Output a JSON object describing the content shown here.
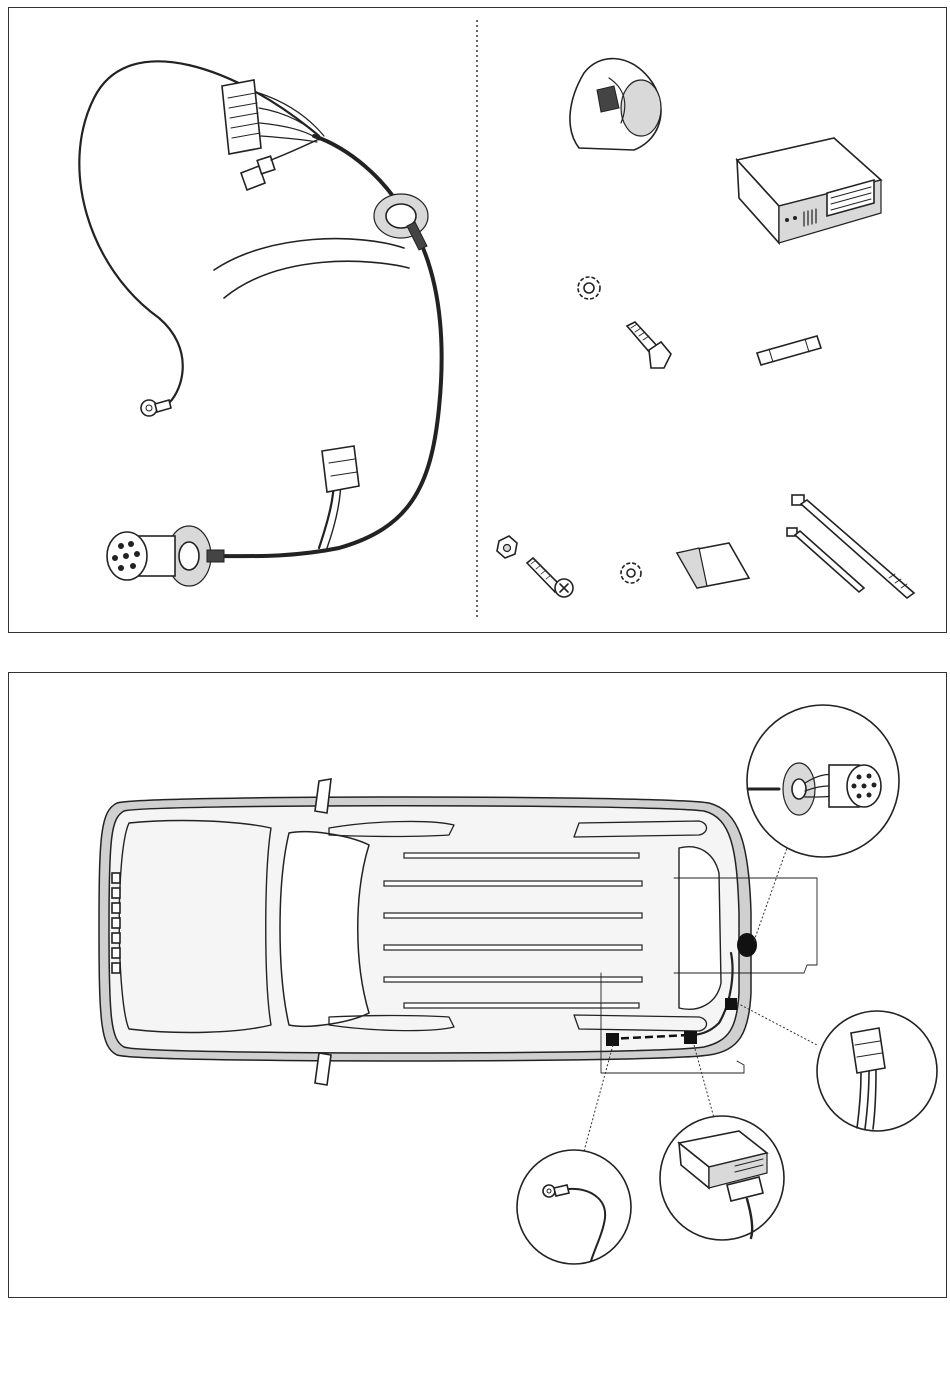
{
  "figure": {
    "top_panel": {
      "left_group": [
        "wiring-harness",
        "13-pin-socket",
        "multi-pin-connector",
        "ground-ring-terminal",
        "rubber-grommet"
      ],
      "right_group": [
        "socket-cover",
        "electronic-module",
        "lock-washer",
        "bolt",
        "fuse",
        "nut",
        "screw",
        "lock-washer-small",
        "adhesive-pad",
        "cable-ties"
      ]
    },
    "bottom_panel": {
      "vehicle": "suv-top-view",
      "callouts": [
        "socket-detail",
        "plug-detail",
        "module-detail",
        "ground-detail"
      ]
    },
    "colors": {
      "ink": "#222222",
      "panel_border": "#333333",
      "car_shadow": "#d0d0d0",
      "marker": "#111111"
    }
  }
}
